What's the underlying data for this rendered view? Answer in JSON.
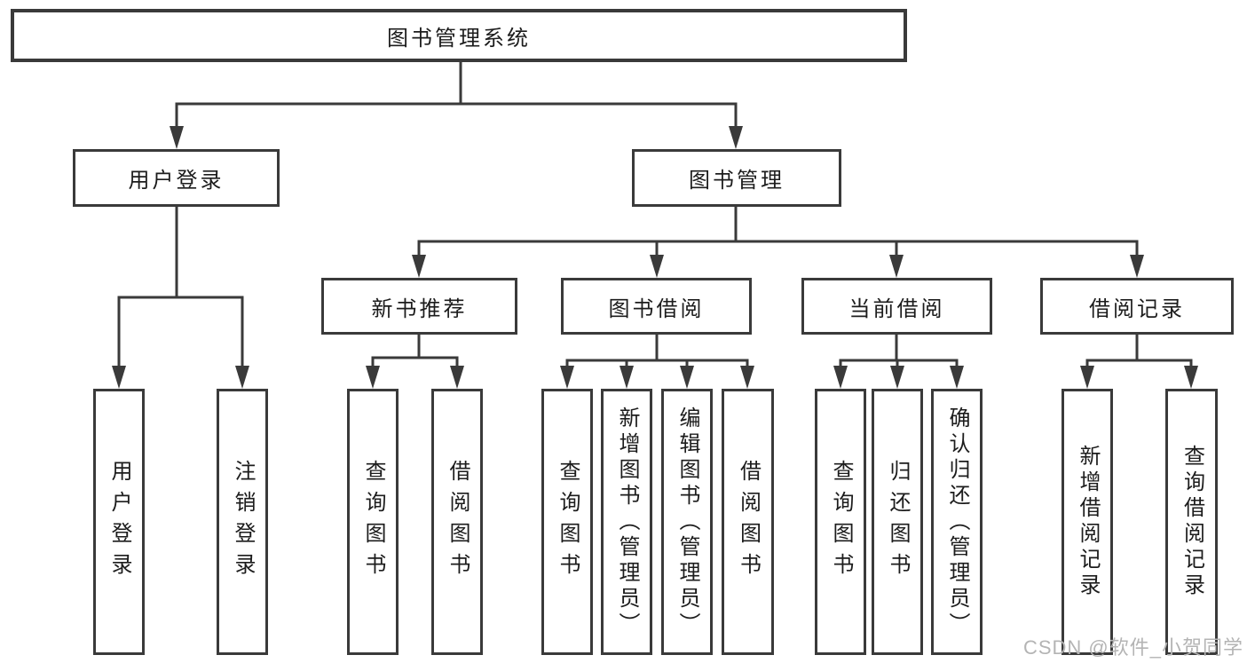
{
  "colors": {
    "line": "#3a3a3a",
    "text": "#1c1c1c",
    "watermark": "#b4b4b4",
    "background": "#ffffff"
  },
  "watermark": "CSDN @软件_小贺同学",
  "tree": {
    "label": "图书管理系统",
    "children": [
      {
        "label": "用户登录",
        "children": [
          {
            "label": "用户登录"
          },
          {
            "label": "注销登录"
          }
        ]
      },
      {
        "label": "图书管理",
        "children": [
          {
            "label": "新书推荐",
            "children": [
              {
                "label": "查询图书"
              },
              {
                "label": "借阅图书"
              }
            ]
          },
          {
            "label": "图书借阅",
            "children": [
              {
                "label": "查询图书"
              },
              {
                "label": "新增图书（管理员）"
              },
              {
                "label": "编辑图书（管理员）"
              },
              {
                "label": "借阅图书"
              }
            ]
          },
          {
            "label": "当前借阅",
            "children": [
              {
                "label": "查询图书"
              },
              {
                "label": "归还图书"
              },
              {
                "label": "确认归还（管理员）"
              }
            ]
          },
          {
            "label": "借阅记录",
            "children": [
              {
                "label": "新增借阅记录"
              },
              {
                "label": "查询借阅记录"
              }
            ]
          }
        ]
      }
    ]
  }
}
